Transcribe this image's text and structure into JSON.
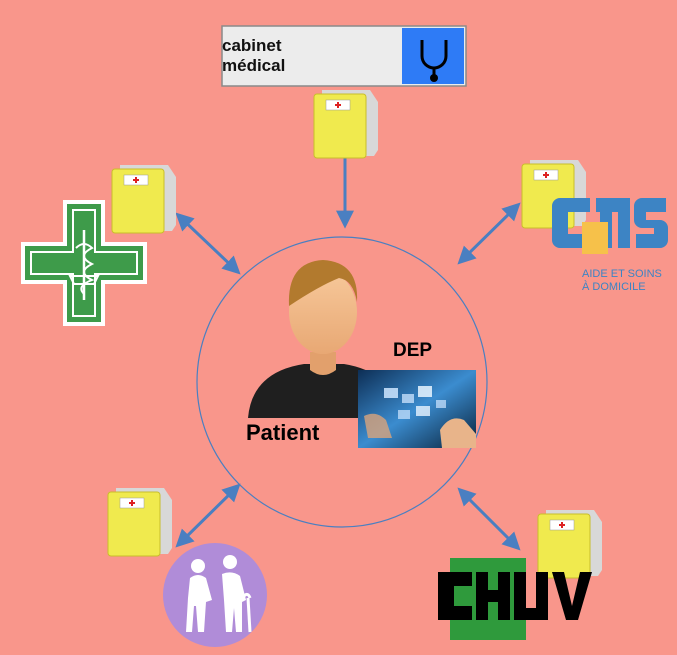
{
  "nodes": {
    "cabinet": {
      "label": "cabinet médical"
    },
    "patient": {
      "label": "Patient"
    },
    "dep": {
      "label": "DEP"
    },
    "cms": {
      "sub_line1": "AIDE ET SOINS",
      "sub_line2": "À DOMICILE"
    },
    "chuv": {
      "logo_text": "CHUV"
    }
  },
  "colors": {
    "background": "#f9968b",
    "arrow": "#4a7fc1",
    "folder": "#f0ea4e",
    "pharmacy_green": "#3e9b4a",
    "elderly_purple": "#b08cd8",
    "stethoscope_blue": "#2e7bf6"
  },
  "icons": [
    "stethoscope-icon",
    "medical-folder-icon",
    "pharmacy-cross-icon",
    "cms-logo-icon",
    "elderly-couple-icon",
    "chuv-logo-icon",
    "patient-avatar-icon",
    "digital-records-icon"
  ]
}
